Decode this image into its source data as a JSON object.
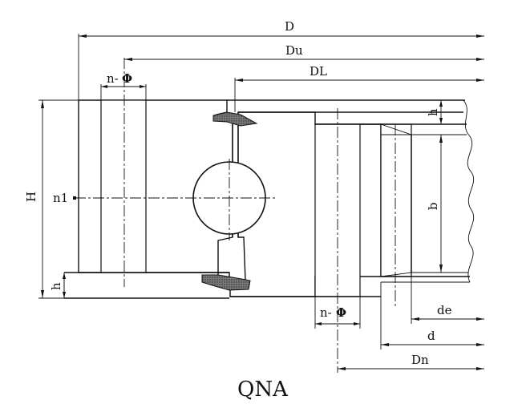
{
  "title": "QNA",
  "dimensions": {
    "D": "D",
    "Du": "Du",
    "DL": "DL",
    "H": "H",
    "h_left": "h",
    "h_right": "h",
    "b": "b",
    "n1": "n1",
    "de": "de",
    "d": "d",
    "Dn": "Dn",
    "hole_outer_prefix": "n-",
    "hole_inner_prefix": "n-",
    "phi_symbol": "Φ"
  },
  "colors": {
    "line": "#111111",
    "background": "#ffffff",
    "seal": "#555555"
  }
}
